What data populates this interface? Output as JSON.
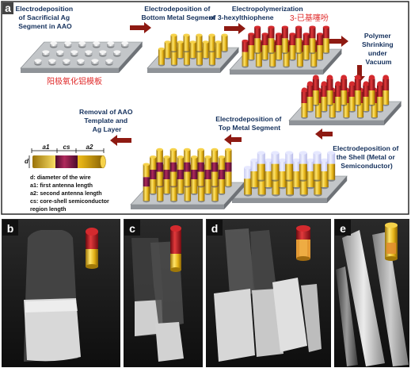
{
  "panel_a": {
    "label": "a",
    "steps": {
      "step1": [
        "Electrodeposition",
        "of Sacrificial Ag",
        "Segment in AAO"
      ],
      "step2": [
        "Electrodeposition of",
        "Bottom Metal Segment"
      ],
      "step3": [
        "Electropolymerization",
        "of 3-hexylthiophene"
      ],
      "step3_cn": "3-已基噻吩",
      "step4": [
        "Polymer",
        "Shrinking",
        "under",
        "Vacuum"
      ],
      "step5": [
        "Electrodeposition of",
        "the Shell (Metal or",
        "Semiconductor)"
      ],
      "step6": [
        "Electrodeposition of",
        "Top Metal Segment"
      ],
      "step7": [
        "Removal of AAO",
        "Template and",
        "Ag Layer"
      ]
    },
    "template_cn": "阳极氧化铝模板",
    "wire_dims": {
      "a1": "a1",
      "cs": "cs",
      "a2": "a2",
      "d": "d"
    },
    "legend": [
      "d: diameter of the wire",
      "a1: first antenna length",
      "a2: second antenna length",
      "cs: core-shell semiconductor",
      "region length"
    ]
  },
  "sem_panels": [
    {
      "label": "b"
    },
    {
      "label": "c"
    },
    {
      "label": "d"
    },
    {
      "label": "e"
    }
  ],
  "colors": {
    "frame": "#2a2a2a",
    "substrate_top": "#c3c6c9",
    "substrate_side": "#8f9398",
    "gold": "#e8bb1a",
    "polymer": "#b11a24",
    "shell": "#e08e2e",
    "arrow": "#8e1a12",
    "step_text": "#14305c",
    "chinese_text": "#e02a2a"
  }
}
